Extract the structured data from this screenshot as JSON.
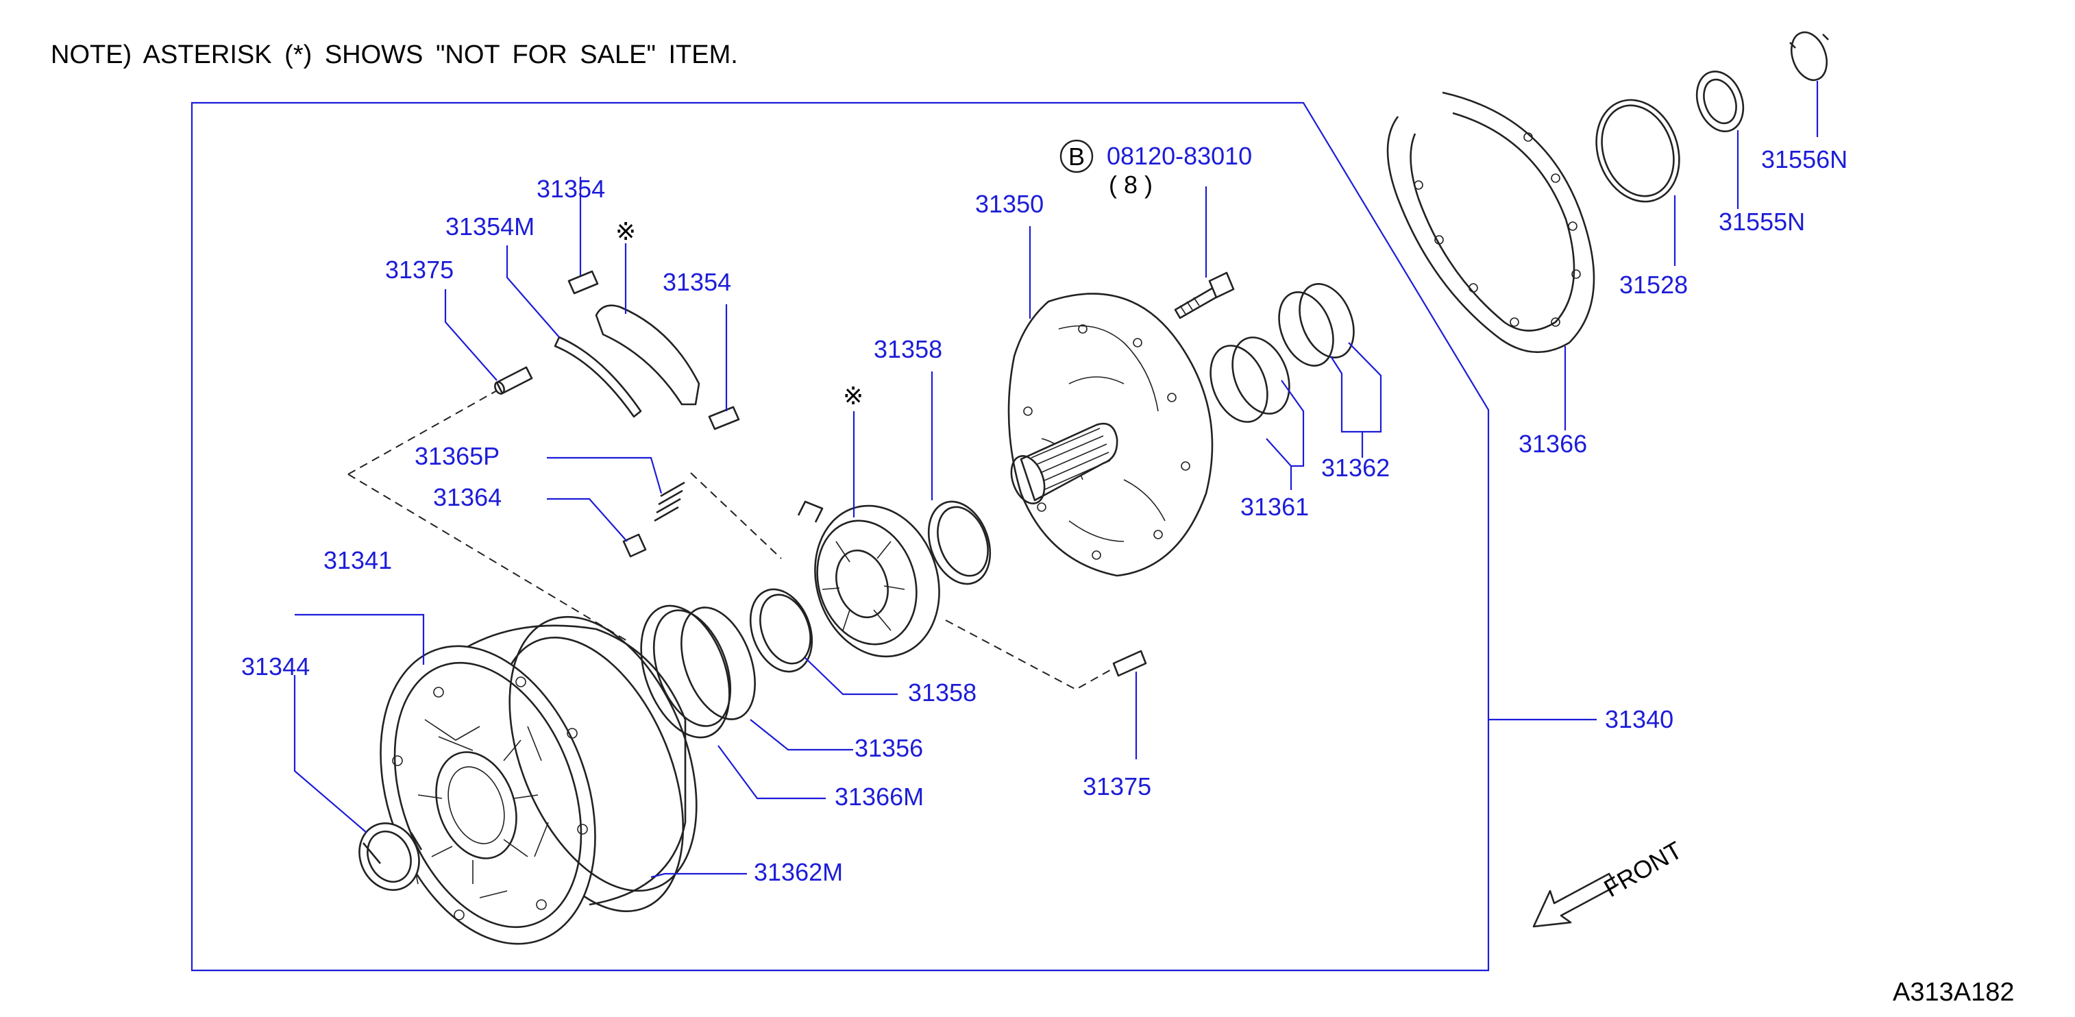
{
  "note": "NOTE) ASTERISK (*) SHOWS \"NOT FOR SALE\" ITEM.",
  "reference_code": "A313A182",
  "front_label": "FRONT",
  "asterisk_mark": "※",
  "bolt": {
    "circle_letter": "B",
    "part_number": "08120-83010",
    "quantity": "( 8 )"
  },
  "part_labels": {
    "p31354_top": "31354",
    "p31354M": "31354M",
    "p31375_top": "31375",
    "p31354_right": "31354",
    "p31358_top": "31358",
    "p31350": "31350",
    "p31365P": "31365P",
    "p31364": "31364",
    "p31341": "31341",
    "p31344": "31344",
    "p31358_bottom": "31358",
    "p31356": "31356",
    "p31366M": "31366M",
    "p31362M": "31362M",
    "p31375_bottom": "31375",
    "p31361": "31361",
    "p31362": "31362",
    "p31366": "31366",
    "p31528": "31528",
    "p31555N": "31555N",
    "p31556N": "31556N",
    "p31340": "31340"
  },
  "colors": {
    "part_number": "#1c1cd9",
    "line_art": "#222222",
    "background": "#ffffff"
  }
}
